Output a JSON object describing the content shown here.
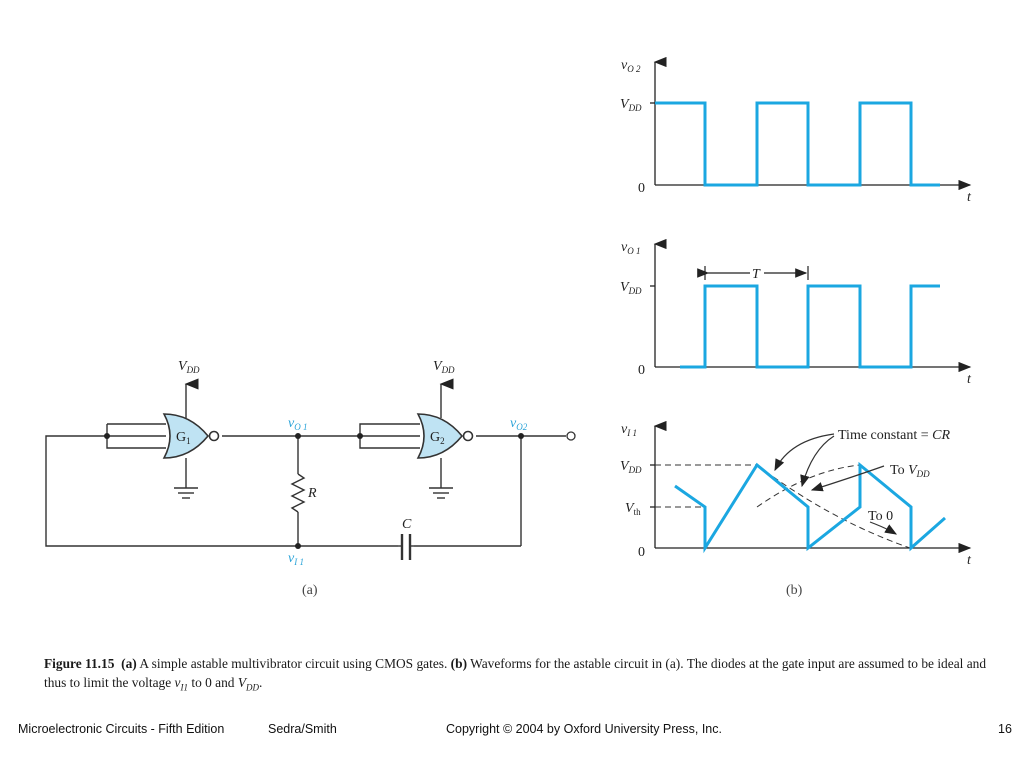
{
  "circuit": {
    "vdd_label": "V",
    "vdd_sub": "DD",
    "gate1_label": "G",
    "gate1_sub": "1",
    "gate2_label": "G",
    "gate2_sub": "2",
    "vo1_label": "v",
    "vo1_sub": "O 1",
    "vo2_label": "v",
    "vo2_sub": "O2",
    "vi1_label": "v",
    "vi1_sub": "I 1",
    "resistor_label": "R",
    "capacitor_label": "C",
    "panel_label": "(a)"
  },
  "waveforms": {
    "panel_label": "(b)",
    "time_label": "t",
    "vo2_axis": "v",
    "vo2_axis_sub": "O 2",
    "vo1_axis": "v",
    "vo1_axis_sub": "O 1",
    "vi1_axis": "v",
    "vi1_axis_sub": "I 1",
    "vdd_tick": "V",
    "vdd_tick_sub": "DD",
    "vth_tick": "V",
    "vth_tick_sub": "th",
    "zero_tick": "0",
    "period_label": "T",
    "time_constant_label": "Time constant = ",
    "time_constant_value": "CR",
    "to_vdd_label": "To ",
    "to_vdd_value": "V",
    "to_vdd_sub": "DD",
    "to_zero_label": "To 0",
    "trace_color": "#1ba7e1"
  },
  "caption": {
    "figure": "Figure 11.15",
    "part_a": "(a)",
    "text_a": " A simple astable multivibrator circuit using CMOS gates. ",
    "part_b": "(b)",
    "text_b": " Waveforms for the astable circuit in (a). The diodes at the gate input are assumed to be ideal and thus to limit the voltage ",
    "var": "v",
    "var_sub": "I1",
    "text_end": " to 0 and ",
    "vdd": "V",
    "vdd_sub": "DD",
    "period": "."
  },
  "footer": {
    "book": "Microelectronic Circuits - Fifth Edition",
    "authors": "Sedra/Smith",
    "copyright": "Copyright © 2004 by Oxford University Press, Inc.",
    "page": "16"
  }
}
